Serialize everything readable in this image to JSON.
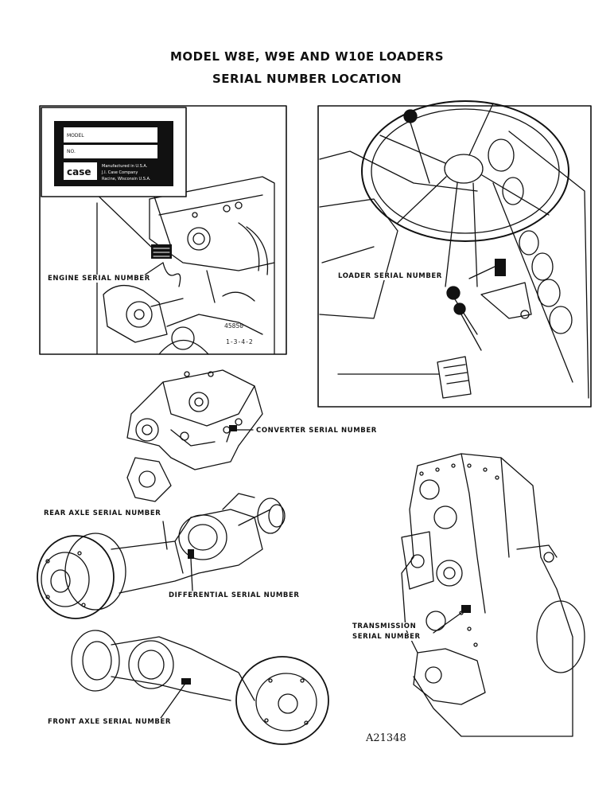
{
  "title": {
    "line1": "MODEL W8E, W9E AND W10E LOADERS",
    "line2": "SERIAL NUMBER LOCATION"
  },
  "plate": {
    "model_label": "MODEL",
    "number_label": "NO.",
    "logo": "case",
    "maker_line1": "Manufactured in U.S.A.",
    "maker_line2": "J.I. Case Company",
    "maker_line3": "Racine, Wisconsin U.S.A."
  },
  "engine_stamp": {
    "line1": "45850",
    "line2": "1-3-4-2"
  },
  "callouts": {
    "engine": "ENGINE SERIAL NUMBER",
    "loader": "LOADER SERIAL NUMBER",
    "converter": "CONVERTER SERIAL NUMBER",
    "rear_axle": "REAR AXLE SERIAL NUMBER",
    "differential": "DIFFERENTIAL SERIAL NUMBER",
    "transmission_1": "TRANSMISSION",
    "transmission_2": "SERIAL NUMBER",
    "front_axle": "FRONT AXLE SERIAL NUMBER"
  },
  "reference": "A21348"
}
